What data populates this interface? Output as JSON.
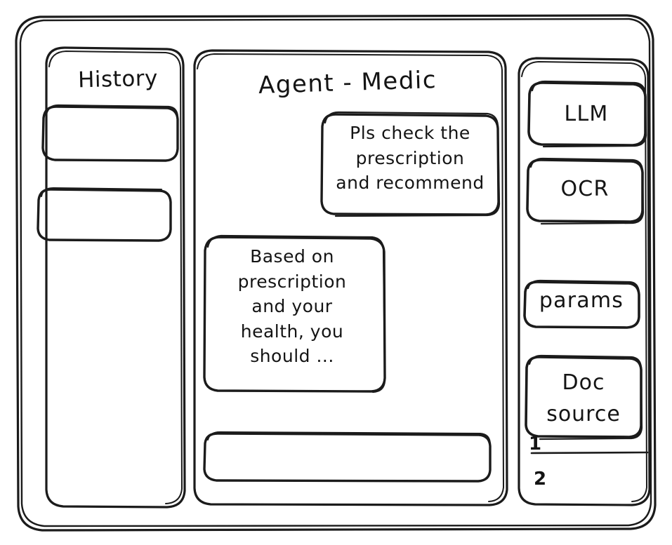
{
  "window": {
    "name": "agent-medic-wireframe"
  },
  "sidebar_history": {
    "title": "History",
    "items": [
      {
        "label": "",
        "name": "history-item-1"
      },
      {
        "label": "",
        "name": "history-item-2"
      }
    ]
  },
  "main": {
    "title": "Agent - Medic",
    "messages": [
      {
        "role": "user",
        "text": "Pls check the\nprescription\nand recommend"
      },
      {
        "role": "assistant",
        "text": "Based on\nprescription\nand your\nhealth, you\nshould ..."
      }
    ],
    "composer": {
      "value": "",
      "placeholder": ""
    }
  },
  "sidebar_tools": {
    "buttons": [
      {
        "label": "LLM",
        "name": "llm-button"
      },
      {
        "label": "OCR",
        "name": "ocr-button"
      },
      {
        "label": "params",
        "name": "params-button"
      },
      {
        "label": "Doc\nsource",
        "name": "doc-source-button"
      }
    ],
    "sources": [
      {
        "label": "1"
      },
      {
        "label": "2"
      }
    ]
  },
  "style": {
    "stroke": "#1b1b1b",
    "background": "#ffffff"
  }
}
